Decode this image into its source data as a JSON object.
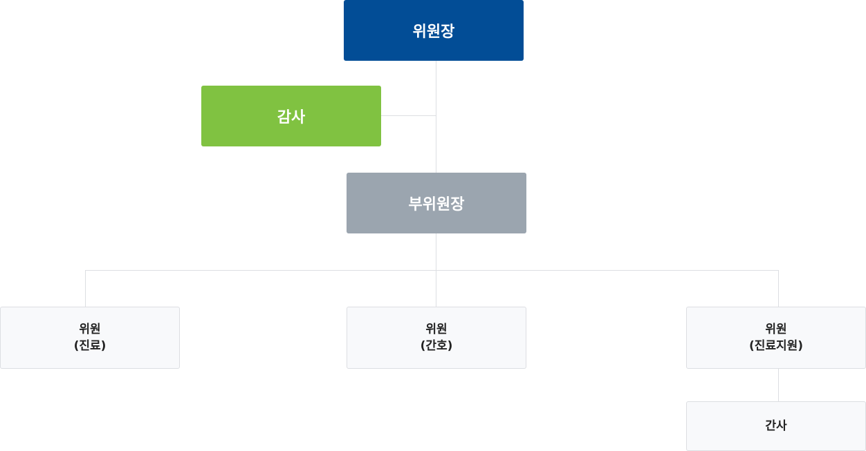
{
  "org_chart": {
    "chairman": "위원장",
    "auditor": "감사",
    "vice_chairman": "부위원장",
    "members": [
      {
        "title": "위원",
        "dept": "(진료)"
      },
      {
        "title": "위원",
        "dept": "(간호)"
      },
      {
        "title": "위원",
        "dept": "(진료지원)"
      }
    ],
    "secretary": "간사"
  },
  "colors": {
    "chairman_bg": "#024d96",
    "auditor_bg": "#80c241",
    "vice_chairman_bg": "#9ba5af",
    "member_bg": "#f8f9fb",
    "connector": "#dcdee2"
  }
}
